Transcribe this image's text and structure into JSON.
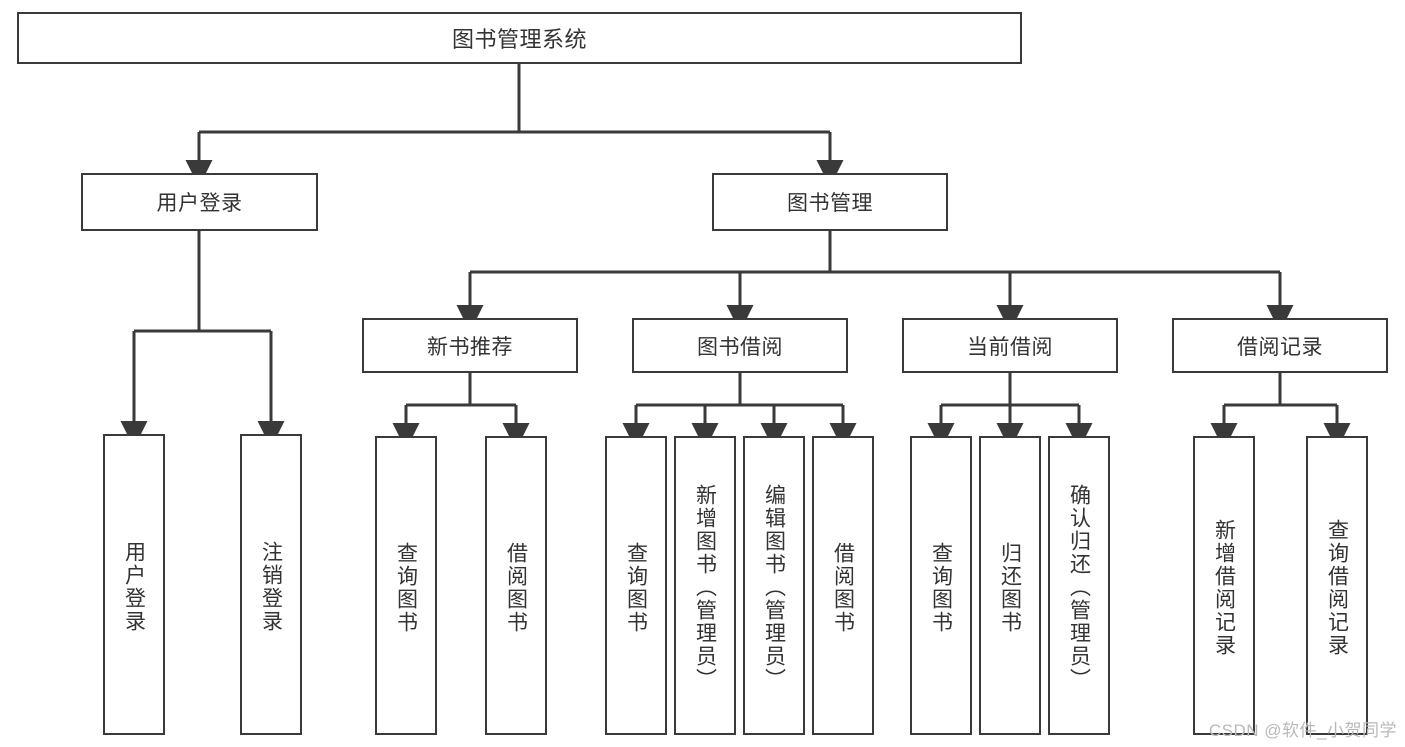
{
  "diagram": {
    "type": "tree",
    "title": "图书管理系统",
    "root": {
      "label": "图书管理系统"
    },
    "level1": [
      {
        "label": "用户登录"
      },
      {
        "label": "图书管理"
      }
    ],
    "level2": [
      {
        "label": "新书推荐"
      },
      {
        "label": "图书借阅"
      },
      {
        "label": "当前借阅"
      },
      {
        "label": "借阅记录"
      }
    ],
    "leaves": {
      "user_login": [
        {
          "label": "用户登录"
        },
        {
          "label": "注销登录"
        }
      ],
      "new_book_recommend": [
        {
          "label": "查询图书"
        },
        {
          "label": "借阅图书"
        }
      ],
      "book_borrow": [
        {
          "label": "查询图书"
        },
        {
          "label": "新增图书（管理员）"
        },
        {
          "label": "编辑图书（管理员）"
        },
        {
          "label": "借阅图书"
        }
      ],
      "current_borrow": [
        {
          "label": "查询图书"
        },
        {
          "label": "归还图书"
        },
        {
          "label": "确认归还（管理员）"
        }
      ],
      "borrow_record": [
        {
          "label": "新增借阅记录"
        },
        {
          "label": "查询借阅记录"
        }
      ]
    }
  },
  "watermark": {
    "text": "CSDN @软件_小贺同学"
  },
  "colors": {
    "border": "#3a3a3a",
    "text": "#333333",
    "background": "#ffffff",
    "watermark": "#b9b9b9"
  }
}
